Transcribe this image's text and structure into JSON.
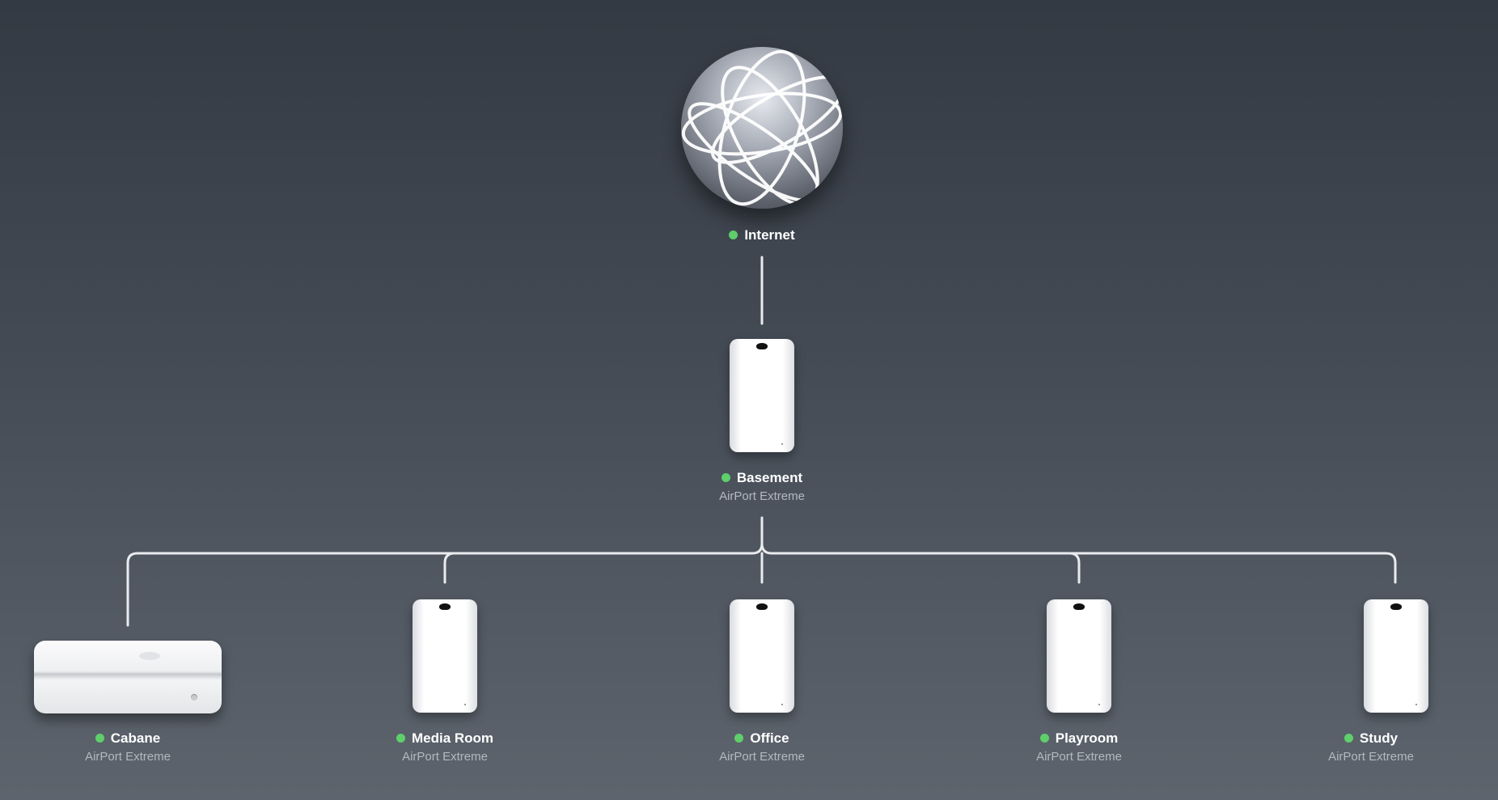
{
  "status_color": "#5ecf6b",
  "internet": {
    "name": "Internet",
    "icon": "globe-icon"
  },
  "main_base_station": {
    "name": "Basement",
    "model": "AirPort Extreme",
    "icon": "airport-extreme-tower-icon"
  },
  "stations": [
    {
      "name": "Cabane",
      "model": "AirPort Extreme",
      "icon": "airport-extreme-flat-icon"
    },
    {
      "name": "Media Room",
      "model": "AirPort Extreme",
      "icon": "airport-extreme-tower-icon"
    },
    {
      "name": "Office",
      "model": "AirPort Extreme",
      "icon": "airport-extreme-tower-icon"
    },
    {
      "name": "Playroom",
      "model": "AirPort Extreme",
      "icon": "airport-extreme-tower-icon"
    },
    {
      "name": "Study",
      "model": "AirPort Extreme",
      "icon": "airport-extreme-tower-icon"
    }
  ]
}
